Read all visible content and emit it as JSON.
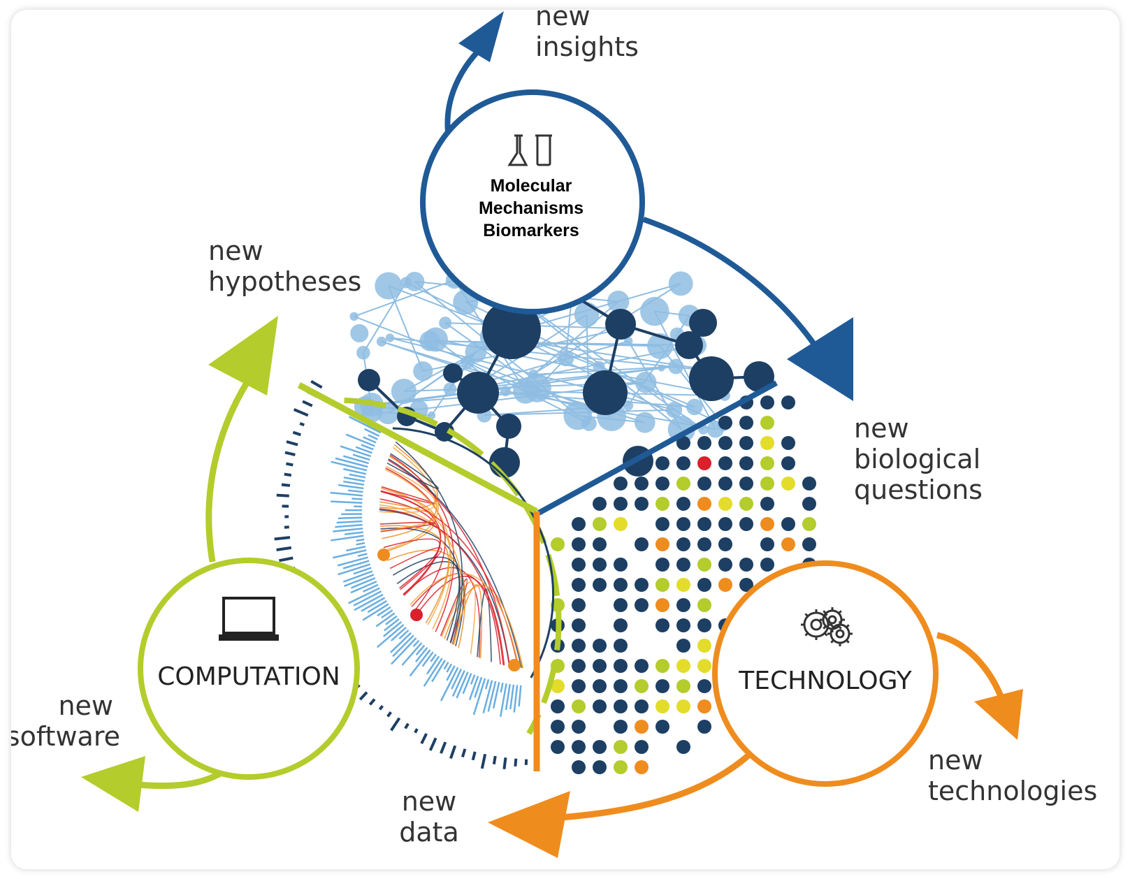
{
  "colors": {
    "blue": "#1f5a96",
    "navy": "#1d3f63",
    "lightblue": "#8fbde2",
    "green": "#b4cc2c",
    "orange": "#ef8c1e",
    "yellow": "#e3dc2b",
    "red": "#d9202b",
    "text": "#333333"
  },
  "hubs": {
    "top": {
      "icon": "lab-glassware-icon",
      "lines": [
        "Molecular",
        "Mechanisms",
        "Biomarkers"
      ]
    },
    "left": {
      "icon": "laptop-icon",
      "label": "COMPUTATION"
    },
    "right": {
      "icon": "gears-icon",
      "label": "TECHNOLOGY"
    }
  },
  "labels": {
    "insights": [
      "new",
      "insights"
    ],
    "questions": [
      "new",
      "biological",
      "questions"
    ],
    "hypotheses": [
      "new",
      "hypotheses"
    ],
    "software": [
      "new",
      "software"
    ],
    "data": [
      "new",
      "data"
    ],
    "technologies": [
      "new",
      "technologies"
    ]
  }
}
